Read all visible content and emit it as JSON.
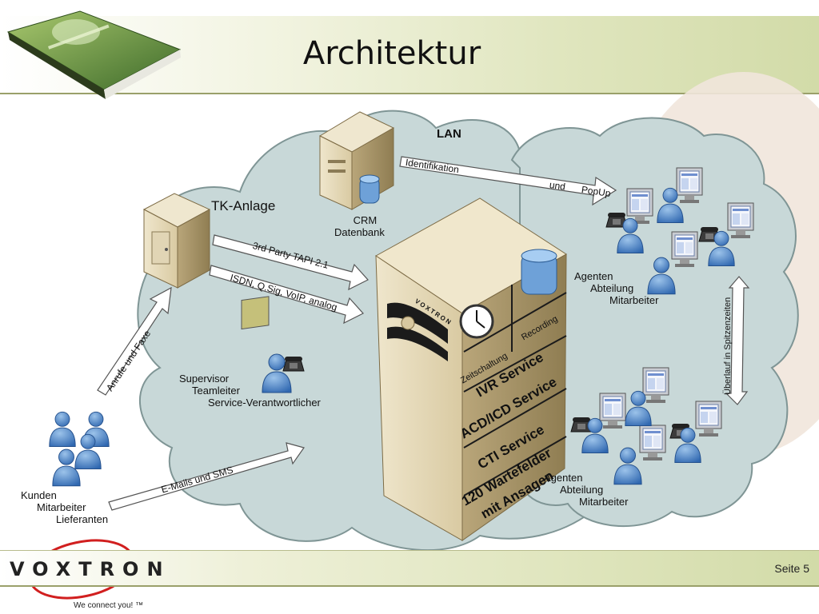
{
  "slide": {
    "title": "Architektur",
    "page": "Seite 5",
    "tagline": "We connect you! ™"
  },
  "logo": {
    "text": "VOXTRON"
  },
  "diagram": {
    "lan": "LAN",
    "tk_anlage": "TK-Anlage",
    "crm": [
      "CRM",
      "Datenbank"
    ],
    "arrow_tapi": "3rd Party TAPI 2.1",
    "arrow_isdn": "ISDN, Q.Sig, VoIP, analog",
    "arrow_ident": "Identifikation",
    "arrow_und": "und",
    "arrow_popup": "PopUp",
    "arrow_anrufe": "Anrufe und Faxe",
    "arrow_email": "E-Mails und SMS",
    "arrow_ueberlauf": "Überlauf in Spitzenzeiten",
    "supervisor": [
      "Supervisor",
      "Teamleiter",
      "Service-Verantwortlicher"
    ],
    "kunden": [
      "Kunden",
      "Mitarbeiter",
      "Lieferanten"
    ],
    "agents_top": [
      "Agenten",
      "Abteilung",
      "Mitarbeiter"
    ],
    "agents_bottom": [
      "Agenten",
      "Abteilung",
      "Mitarbeiter"
    ],
    "server": {
      "brand": "VOXTRON",
      "zeitschaltung": "Zeitschaltung",
      "recording": "Recording",
      "services": [
        "IVR Service",
        "ACD/ICD Service",
        "CTI Service",
        "120 Wartefelder",
        "mit Ansagen"
      ]
    }
  }
}
